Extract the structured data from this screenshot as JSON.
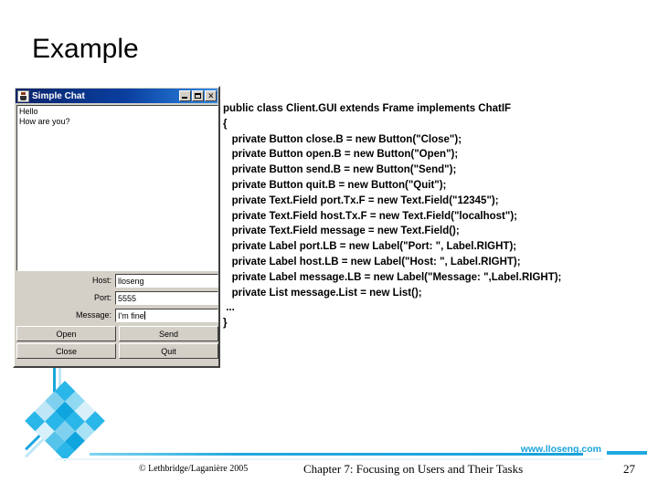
{
  "slide": {
    "title": "Example"
  },
  "chat_window": {
    "title": "Simple Chat",
    "app_icon": "chat-app-icon",
    "window_buttons": [
      {
        "name": "minimize",
        "label": ""
      },
      {
        "name": "maximize",
        "label": ""
      },
      {
        "name": "close",
        "label": "✕"
      }
    ],
    "messages": [
      "Hello",
      "How are you?"
    ],
    "fields": [
      {
        "label": "Host:",
        "value": "lloseng",
        "caret": false
      },
      {
        "label": "Port:",
        "value": "5555",
        "caret": false
      },
      {
        "label": "Message:",
        "value": "I'm fine",
        "caret": true
      }
    ],
    "buttons": [
      "Open",
      "Send",
      "Close",
      "Quit"
    ]
  },
  "code": {
    "lines": [
      "public class Client.GUI extends Frame implements ChatIF",
      "{",
      "   private Button close.B = new Button(\"Close\");",
      "   private Button open.B = new Button(\"Open\");",
      "   private Button send.B = new Button(\"Send\");",
      "   private Button quit.B = new Button(\"Quit\");",
      "   private Text.Field port.Tx.F = new Text.Field(\"12345\");",
      "   private Text.Field host.Tx.F = new Text.Field(\"localhost\");",
      "   private Text.Field message = new Text.Field();",
      "   private Label port.LB = new Label(\"Port: \", Label.RIGHT);",
      "   private Label host.LB = new Label(\"Host: \", Label.RIGHT);",
      "   private Label message.LB = new Label(\"Message: \",Label.RIGHT);",
      "   private List message.List = new List();",
      " ...",
      "}"
    ]
  },
  "footer": {
    "copyright": "© Lethbridge/Laganière 2005",
    "chapter": "Chapter 7: Focusing on Users and Their Tasks",
    "page_number": "27",
    "site_url": "www.lloseng.com"
  },
  "colors": {
    "accent_blue": "#19a3da",
    "titlebar_start": "#0a246a",
    "titlebar_end": "#2e8ae6",
    "window_face": "#d4d0c8",
    "deco_squares": [
      "#29b6e8",
      "#8fd9f2",
      "#d8f0fa",
      "#29b6e8",
      "#7fd0ee",
      "#0fa5de",
      "#29b6e8",
      "#a9e1f5",
      "#bfe6f7",
      "#29b6e8",
      "#7fd0ee",
      "#0fa5de",
      "#29b6e8",
      "#d8f0fa",
      "#56c3ea",
      "#29b6e8"
    ]
  }
}
